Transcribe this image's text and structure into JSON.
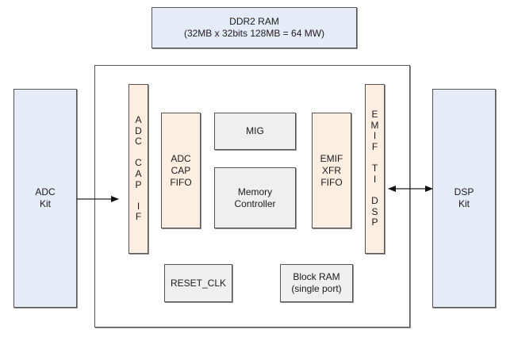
{
  "diagram": {
    "ddr2": {
      "label": "DDR2 RAM\n(32MB x 32bits 128MB = 64 MW)"
    },
    "fpga": {
      "label": ""
    },
    "adc_kit": {
      "label": "ADC\nKit"
    },
    "dsp_kit": {
      "label": "DSP\nKit"
    },
    "adc_cap_if": {
      "label": "A\nD\nC\n\nC\nA\nP\n\nI\nF"
    },
    "adc_cap_fifo": {
      "label": "ADC\nCAP\nFIFO"
    },
    "mig": {
      "label": "MIG"
    },
    "memory_controller": {
      "label": "Memory\nController"
    },
    "emif_xfr_fifo": {
      "label": "EMIF\nXFR\nFIFO"
    },
    "emif_ti_dsp": {
      "label": "E\nM\nI\nF\n\nT\nI\n\nD\nS\nP"
    },
    "reset_clk": {
      "label": "RESET_CLK"
    },
    "block_ram": {
      "label": "Block RAM\n(single port)"
    },
    "connections": [
      {
        "from": "ADC Kit",
        "to": "ADC CAP IF",
        "direction": "one-way"
      },
      {
        "from": "EMIF TI DSP",
        "to": "DSP Kit",
        "direction": "bidirectional"
      }
    ],
    "colors": {
      "external_blocks": "#e6ecf7",
      "interface_fifo_blocks": "#fdeee2",
      "internal_blocks": "#efefef",
      "border": "#555555"
    }
  }
}
